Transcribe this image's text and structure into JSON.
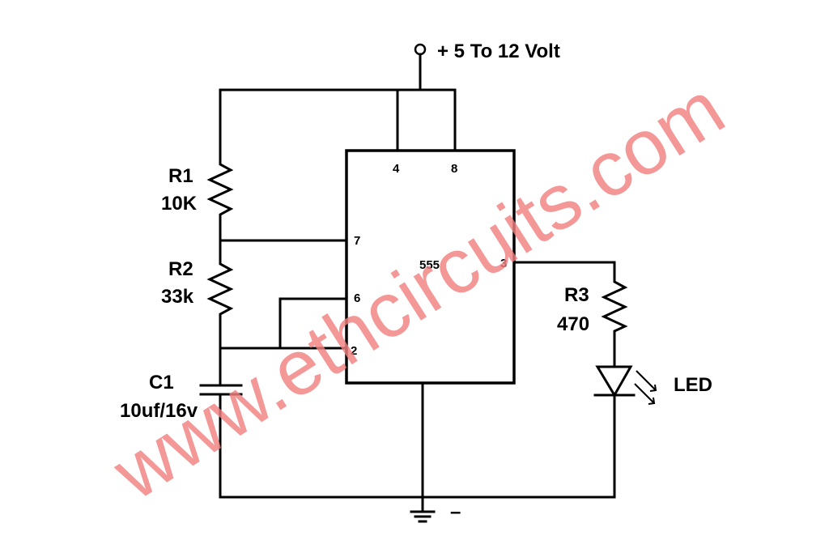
{
  "supply": {
    "label": "+ 5 To 12 Volt"
  },
  "ic": {
    "name": "555",
    "pins": {
      "p4": "4",
      "p8": "8",
      "p7": "7",
      "p6": "6",
      "p2": "2",
      "p3": "3"
    }
  },
  "r1": {
    "name": "R1",
    "value": "10K"
  },
  "r2": {
    "name": "R2",
    "value": "33k"
  },
  "r3": {
    "name": "R3",
    "value": "470"
  },
  "c1": {
    "name": "C1",
    "value": "10uf/16v"
  },
  "led": {
    "label": "LED"
  },
  "ground": {
    "label": "–"
  },
  "watermark": {
    "text": "www.ethcircuits.com",
    "color": "#f08080"
  }
}
